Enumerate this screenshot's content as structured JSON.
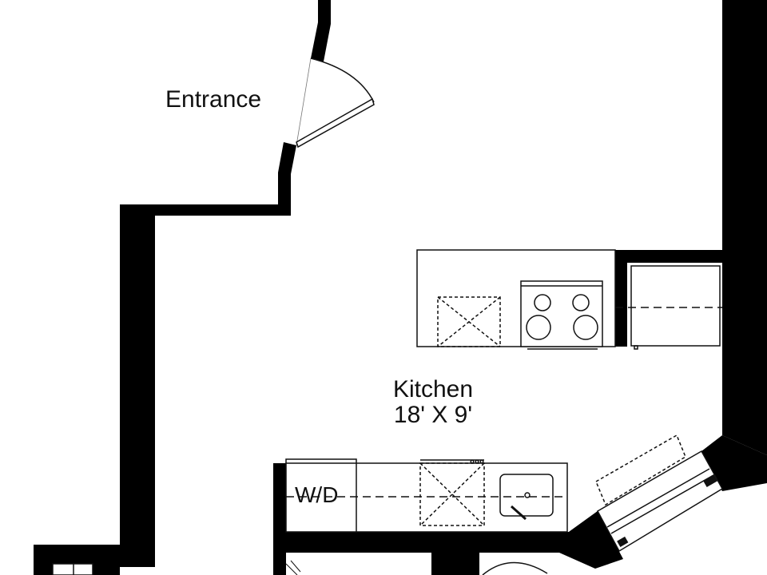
{
  "rooms": {
    "entrance": {
      "label": "Entrance"
    },
    "kitchen": {
      "label": "Kitchen",
      "dimensions": "18' X 9'"
    }
  },
  "fixtures": {
    "washer_dryer": {
      "label": "W/D"
    }
  },
  "colors": {
    "wall": "#000000",
    "line": "#111111",
    "background": "#ffffff"
  }
}
